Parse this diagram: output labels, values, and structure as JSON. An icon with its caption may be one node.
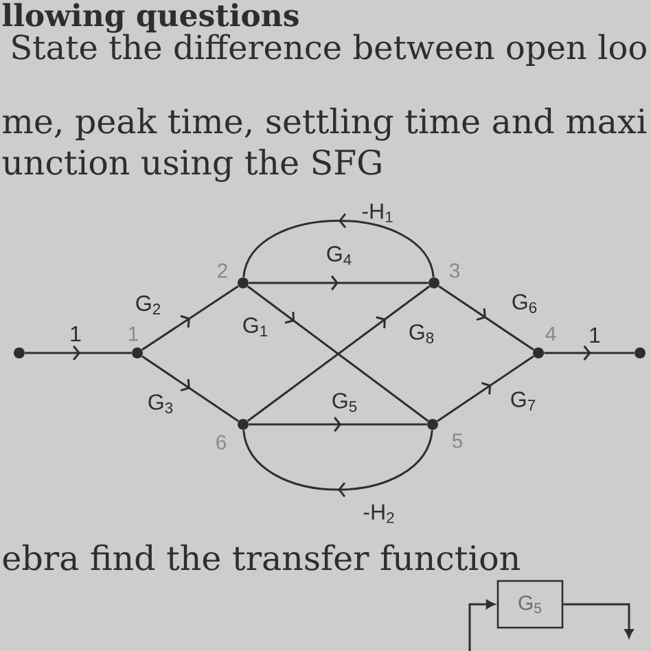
{
  "diagram": {
    "nodes": [
      {
        "text": [],
        "shape": "circle"
      },
      {
        "text": [],
        "shape": "circle",
        "beside": [
          "1"
        ]
      },
      {
        "text": [],
        "shape": "circle",
        "beside": [
          "2"
        ]
      },
      {
        "text": [],
        "shape": "circle",
        "beside": [
          "3"
        ]
      },
      {
        "text": [],
        "shape": "circle",
        "beside": [
          "4"
        ]
      },
      {
        "text": [],
        "shape": "circle"
      },
      {
        "text": [],
        "shape": "circle",
        "beside": [
          "6"
        ]
      },
      {
        "text": [],
        "shape": "circle",
        "beside": [
          "5"
        ]
      },
      {
        "text": [
          "G$_{5}$"
        ]
      }
    ],
    "edges": [
      {
        "from": 0,
        "to": 1,
        "arrow": "to",
        "label": "1"
      },
      {
        "from": 1,
        "to": 2,
        "arrow": "to",
        "label": "G$_{2}$"
      },
      {
        "from": 1,
        "to": 6,
        "arrow": "to",
        "label": "G$_{3}$"
      },
      {
        "from": 2,
        "to": 3,
        "arrow": "to",
        "label": "G$_{4}$"
      },
      {
        "from": 3,
        "to": 2,
        "arrow": "to",
        "label": "-H$_{1}$"
      },
      {
        "from": 2,
        "to": 7,
        "arrow": "to",
        "label": "G$_{1}$"
      },
      {
        "from": 6,
        "to": 3,
        "arrow": "to",
        "label": "G$_{8}$"
      },
      {
        "from": 6,
        "to": 7,
        "arrow": "to",
        "label": "G$_{5}$"
      },
      {
        "from": 7,
        "to": 6,
        "arrow": "to",
        "label": "-H$_{2}$"
      },
      {
        "from": 3,
        "to": 4,
        "arrow": "to",
        "label": "G$_{6}$"
      },
      {
        "from": 7,
        "to": 4,
        "arrow": "to",
        "label": "G$_{7}$"
      },
      {
        "from": 4,
        "to": 5,
        "arrow": "to",
        "label": "1"
      },
      {
        "from": null,
        "to": 8,
        "arrow": "to"
      },
      {
        "from": 8,
        "to": null,
        "arrow": "to"
      }
    ],
    "labels": [
      "llowing questions",
      "State the difference between open loo",
      "me, peak time, settling time and maxi",
      "unction using the SFG",
      "ebra find the transfer function"
    ]
  }
}
